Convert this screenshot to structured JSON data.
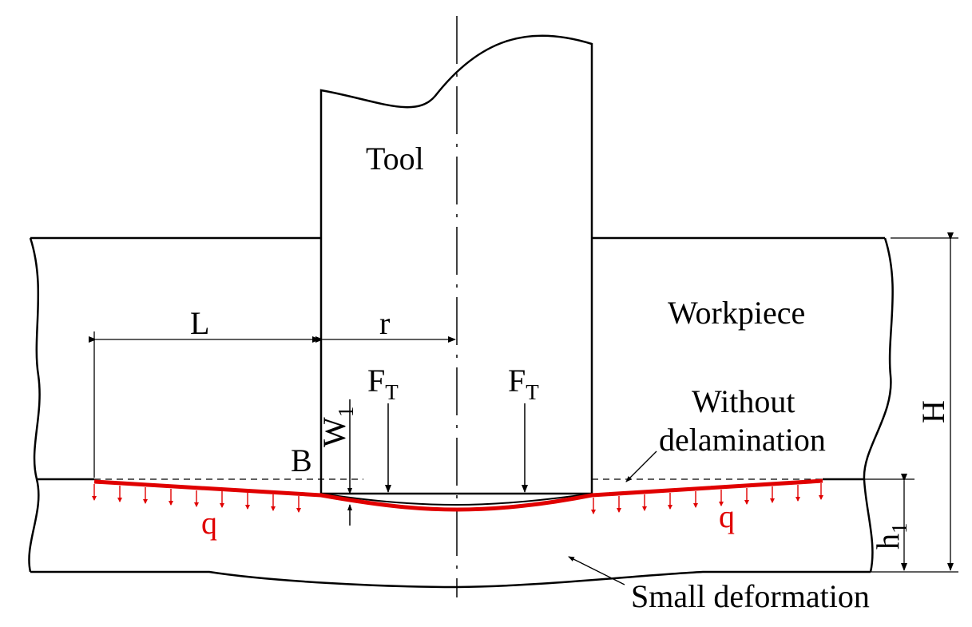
{
  "labels": {
    "tool": "Tool",
    "workpiece": "Workpiece",
    "without_delamination_line1": "Without",
    "without_delamination_line2": "delamination",
    "small_deformation": "Small deformation",
    "L": "L",
    "r": "r",
    "B": "B",
    "H": "H",
    "h": "h",
    "h_sub": "1",
    "W": "W",
    "W_sub": "1",
    "F": "F",
    "F_sub": "T",
    "q": "q"
  },
  "colors": {
    "line": "#000000",
    "load": "#e00000"
  }
}
